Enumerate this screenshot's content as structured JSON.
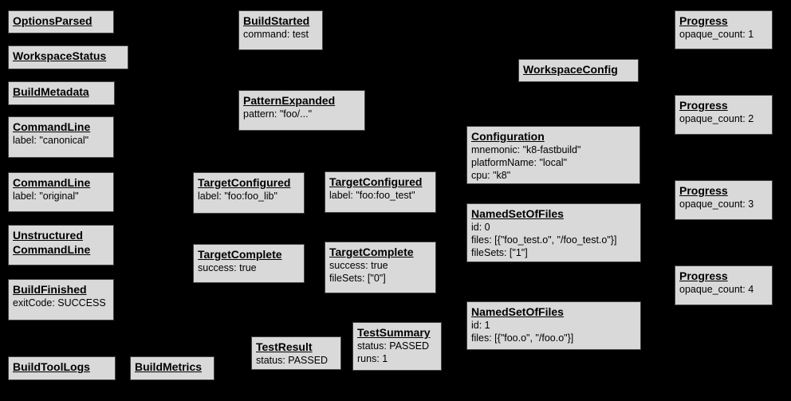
{
  "colors": {
    "background": "#000000",
    "box_fill": "#d9d9d9",
    "box_border": "#434343",
    "text": "#000000"
  },
  "boxes": {
    "options_parsed": {
      "title": "OptionsParsed"
    },
    "workspace_status": {
      "title": "WorkspaceStatus"
    },
    "build_metadata": {
      "title": "BuildMetadata"
    },
    "command_line_canonical": {
      "title": "CommandLine",
      "lines": [
        "label: \"canonical\""
      ]
    },
    "command_line_original": {
      "title": "CommandLine",
      "lines": [
        "label: \"original\""
      ]
    },
    "unstructured_command_line": {
      "title": "Unstructured",
      "title2": "CommandLine"
    },
    "build_finished": {
      "title": "BuildFinished",
      "lines": [
        "exitCode: SUCCESS"
      ]
    },
    "build_tool_logs": {
      "title": "BuildToolLogs"
    },
    "build_metrics": {
      "title": "BuildMetrics"
    },
    "build_started": {
      "title": "BuildStarted",
      "lines": [
        "command: test"
      ]
    },
    "pattern_expanded": {
      "title": "PatternExpanded",
      "lines": [
        "pattern: \"foo/...\""
      ]
    },
    "target_configured_foo_lib": {
      "title": "TargetConfigured",
      "lines": [
        "label: \"foo:foo_lib\""
      ]
    },
    "target_configured_foo_test": {
      "title": "TargetConfigured",
      "lines": [
        "label: \"foo:foo_test\""
      ]
    },
    "target_complete_foo_lib": {
      "title": "TargetComplete",
      "lines": [
        "success: true"
      ]
    },
    "target_complete_foo_test": {
      "title": "TargetComplete",
      "lines": [
        "success: true",
        "fileSets: [\"0\"]"
      ]
    },
    "test_result": {
      "title": "TestResult",
      "lines": [
        "status: PASSED"
      ]
    },
    "test_summary": {
      "title": "TestSummary",
      "lines": [
        "status: PASSED",
        "runs: 1"
      ]
    },
    "workspace_config": {
      "title": "WorkspaceConfig"
    },
    "configuration": {
      "title": "Configuration",
      "lines": [
        "mnemonic: \"k8-fastbuild\"",
        "platformName: \"local\"",
        "cpu: \"k8\""
      ]
    },
    "named_set_of_files_0": {
      "title": "NamedSetOfFiles",
      "lines": [
        "id: 0",
        "files: [{\"foo_test.o\", \"/foo_test.o\"}]",
        "fileSets: [\"1\"]"
      ]
    },
    "named_set_of_files_1": {
      "title": "NamedSetOfFiles",
      "lines": [
        "id: 1",
        "files: [{\"foo.o\", \"/foo.o\"}]"
      ]
    },
    "progress_1": {
      "title": "Progress",
      "lines": [
        "opaque_count: 1"
      ]
    },
    "progress_2": {
      "title": "Progress",
      "lines": [
        "opaque_count: 2"
      ]
    },
    "progress_3": {
      "title": "Progress",
      "lines": [
        "opaque_count: 3"
      ]
    },
    "progress_4": {
      "title": "Progress",
      "lines": [
        "opaque_count: 4"
      ]
    }
  }
}
